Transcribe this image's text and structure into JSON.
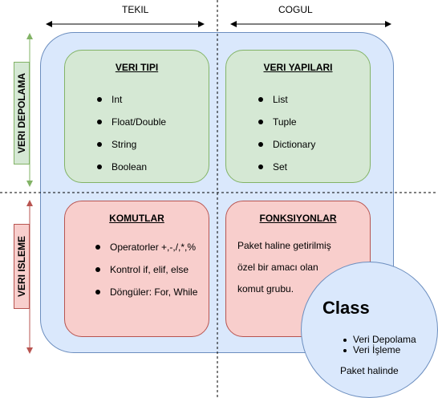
{
  "headers": {
    "left": "TEKIL",
    "right": "COGUL"
  },
  "side_labels": {
    "top": "VERI  DEPOLAMA",
    "bottom": "VERI   ISLEME"
  },
  "quadrants": {
    "veri_tipi": {
      "title": "VERI TIPI",
      "items": [
        "Int",
        "Float/Double",
        "String",
        "Boolean"
      ]
    },
    "veri_yapilari": {
      "title": "VERI YAPILARI",
      "items": [
        "List",
        "Tuple",
        "Dictionary",
        "Set"
      ]
    },
    "komutlar": {
      "title": "KOMUTLAR",
      "items": [
        "Operatorler +,-,/,*,%",
        "Kontrol if, elif, else",
        "Döngüler: For, While"
      ]
    },
    "fonksiyonlar": {
      "title": "FONKSIYONLAR",
      "lines": [
        "Paket haline getirilmiş",
        "özel bir amacı olan",
        "komut grubu."
      ]
    }
  },
  "class_circle": {
    "title": "Class",
    "items": [
      "Veri Depolama",
      "Veri İşleme"
    ],
    "note": "Paket halinde"
  },
  "colors": {
    "panel_fill": "#dae8fc",
    "panel_stroke": "#6c8ebf",
    "green_fill": "#d5e8d4",
    "green_stroke": "#82b366",
    "red_fill": "#f8cecc",
    "red_stroke": "#b85450"
  }
}
